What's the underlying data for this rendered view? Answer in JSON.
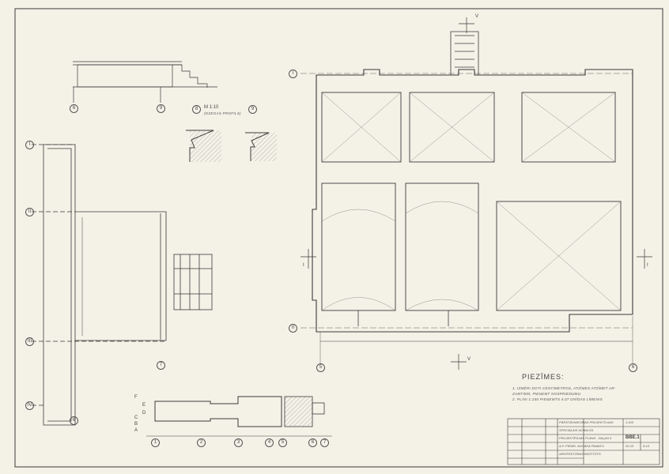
{
  "notes": {
    "title": "PIEZĪMES:",
    "lines": [
      "1. IZMĒRI DOTI CENTIMETROS, ATZĪMES ATZĪMET AR-",
      "   ZAMTIEM, PIEŅEMT NOSPRIEDUMU",
      "2. PLĀN 1:100 PIEŅEMTS  4.07 GRĪDAS LĪMENIS"
    ]
  },
  "detail": {
    "scale": "M 1:10",
    "caption": "(DZEGAS PROFILS)",
    "marks": [
      "8",
      "9"
    ]
  },
  "grid": {
    "main_top": "I",
    "main_bottom": "II",
    "main_left": "5",
    "main_right": "6",
    "section_top": "V",
    "section_bottom": "V",
    "section_left": "I",
    "section_right": "I",
    "left_rows": [
      "I",
      "II",
      "III",
      "IV"
    ],
    "left_cols": [
      "6",
      "7"
    ],
    "elev_cols": [
      "6",
      "9"
    ],
    "bottom_cols": [
      "1",
      "2",
      "3",
      "4",
      "5",
      "6",
      "7"
    ],
    "bottom_rows": [
      "A",
      "B",
      "C",
      "D",
      "E",
      "F"
    ]
  },
  "title_block": {
    "project": "PĀRSTĀVNIECĪBAS PROJEKTS AAS",
    "object": "SPECIĀLAIS NOBALSS",
    "sheet_name": "PROJEKTĒJUMS PLĀNS - DAĻAS II",
    "content": "A.P. PIRMS. NOSĀKA PAMATU",
    "scale": "1:100",
    "code": "BBE.1",
    "number": "02-10",
    "org": "ARHITEKTŪRAS INSTITŪTS",
    "sheet_no": "9-10"
  },
  "colors": {
    "paper": "#f4f2e7",
    "ink": "#3a3a3a",
    "hatch": "#7a7a7a"
  }
}
